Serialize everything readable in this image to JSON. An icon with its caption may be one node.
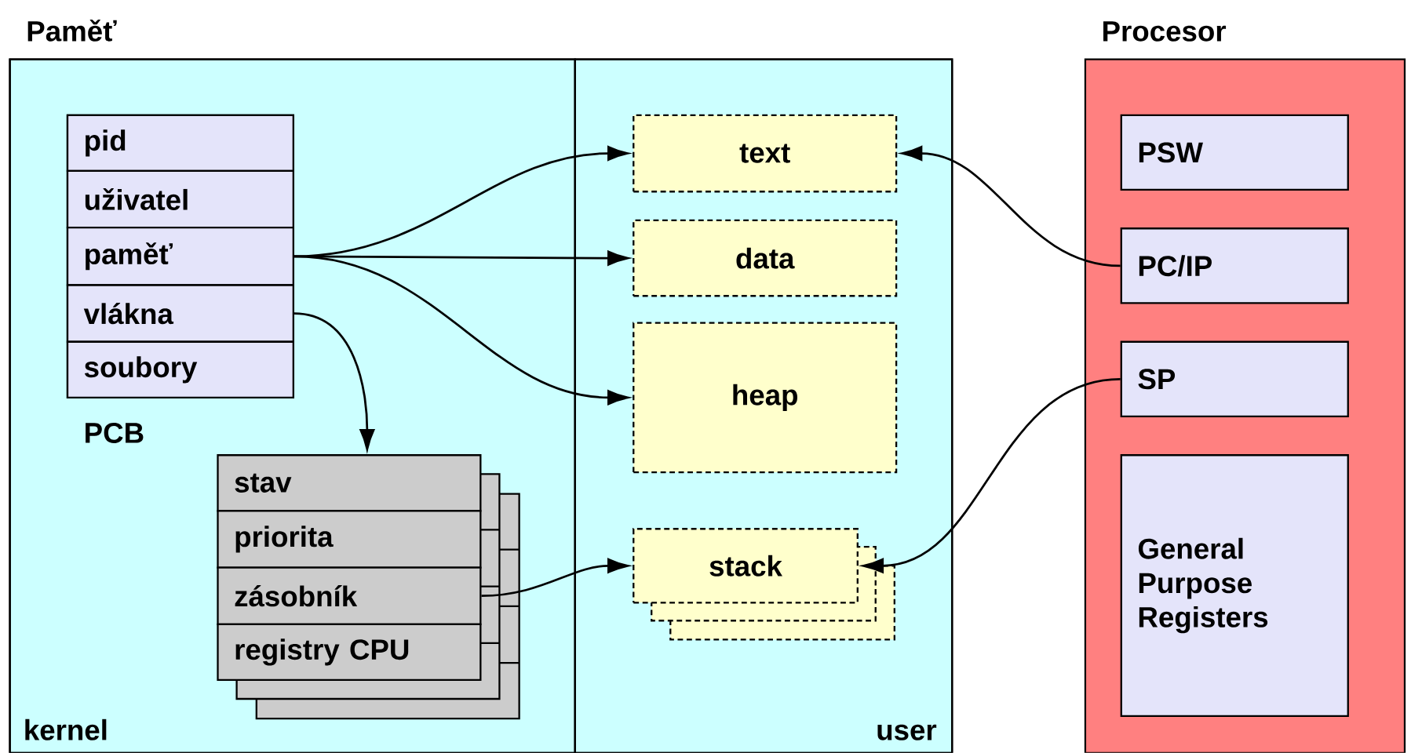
{
  "diagram": {
    "nodes": [
      {
        "text": [
          "Paměť"
        ]
      },
      {
        "text": [
          "kernel"
        ],
        "in": 0
      },
      {
        "text": [
          "user"
        ],
        "in": 0
      },
      {
        "text": [
          "PCB"
        ],
        "in": 1
      },
      {
        "text": [
          "pid"
        ],
        "in": 3
      },
      {
        "text": [
          "uživatel"
        ],
        "in": 3
      },
      {
        "text": [
          "paměť"
        ],
        "in": 3
      },
      {
        "text": [
          "vlákna"
        ],
        "in": 3
      },
      {
        "text": [
          "soubory"
        ],
        "in": 3
      },
      {
        "text": [
          "stav"
        ],
        "in": 1
      },
      {
        "text": [
          "priorita"
        ],
        "in": 1
      },
      {
        "text": [
          "zásobník"
        ],
        "in": 1
      },
      {
        "text": [
          "registry CPU"
        ],
        "in": 1
      },
      {
        "text": [
          "text"
        ],
        "in": 2
      },
      {
        "text": [
          "data"
        ],
        "in": 2
      },
      {
        "text": [
          "heap"
        ],
        "in": 2
      },
      {
        "text": [
          "stack"
        ],
        "in": 2
      },
      {
        "text": [
          "Procesor"
        ]
      },
      {
        "text": [
          "PSW"
        ],
        "in": 17
      },
      {
        "text": [
          "PC/IP"
        ],
        "in": 17
      },
      {
        "text": [
          "SP"
        ],
        "in": 17
      },
      {
        "text": [
          "General Purpose Registers"
        ],
        "in": 17
      }
    ],
    "edges": [
      {
        "from": 6,
        "to": 13,
        "arrow": "to"
      },
      {
        "from": 6,
        "to": 14,
        "arrow": "to"
      },
      {
        "from": 6,
        "to": 15,
        "arrow": "to"
      },
      {
        "from": 7,
        "to": 9,
        "arrow": "to"
      },
      {
        "from": 11,
        "to": 16,
        "arrow": "to"
      },
      {
        "from": 19,
        "to": 13,
        "arrow": "to"
      },
      {
        "from": 20,
        "to": 16,
        "arrow": "to"
      }
    ]
  }
}
